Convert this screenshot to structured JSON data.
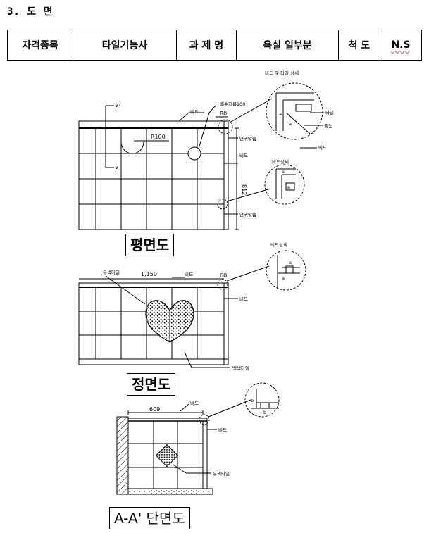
{
  "section_title": "3. 도 면",
  "header": {
    "c1": "자격종목",
    "c2": "타일기능사",
    "c3": "과 제 명",
    "c4": "욕실 일부분",
    "c5": "척 도",
    "c6": "N.S"
  },
  "plan": {
    "caption": "평면도",
    "label_bead": "비드",
    "label_drain": "배수지름100",
    "dim_80": "80",
    "label_r100": "R100",
    "label_a_prime": "A'",
    "label_a": "A",
    "label_yeon1": "연귀맞춤",
    "label_bead2": "비드",
    "dim_812": "812",
    "label_yeon2": "연귀맞춤",
    "detail1_title": "비드 및 타일 상세",
    "detail1_tile": "타일",
    "detail1_grout": "줄눈",
    "detail1_bead": "비드",
    "detail1_a1": "a",
    "detail1_a2": "a",
    "detail2_title": "비드상세",
    "detail2_a1": "a",
    "detail2_a2": "a"
  },
  "front": {
    "caption": "정면도",
    "label_color_tile": "유색타일",
    "dim_1150": "1,150",
    "label_bead": "비드",
    "dim_60": "60",
    "label_bead2": "비드",
    "label_white_tile": "백색타일",
    "detail_title": "비드상세",
    "detail_a1": "a",
    "detail_a2": "a"
  },
  "section": {
    "caption": "A-A' 단면도",
    "dim_609": "609",
    "label_bead": "비드",
    "label_bead2": "비드",
    "label_color_tile": "유색타일",
    "detail_b1": "b",
    "detail_b2": "b"
  }
}
